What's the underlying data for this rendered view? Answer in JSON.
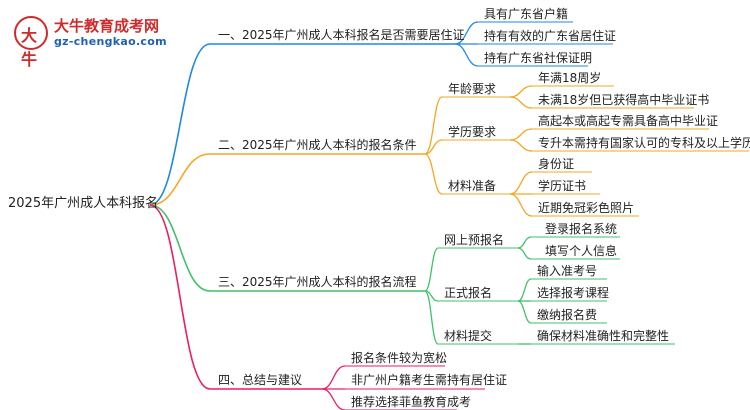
{
  "logo": {
    "mark": "大牛",
    "title": "大牛教育成考网",
    "url": "gz-chengkao.com"
  },
  "root": "2025年广州成人本科报名",
  "branches": [
    {
      "label": "一、2025年广州成人本科报名是否需要居住证",
      "color": "#1e88e5",
      "leaves": [
        "具有广东省户籍",
        "持有有效的广东省居住证",
        "持有广东省社保证明"
      ]
    },
    {
      "label": "二、2025年广州成人本科的报名条件",
      "color": "#f5a623",
      "groups": [
        {
          "label": "年龄要求",
          "leaves": [
            "年满18周岁",
            "未满18岁但已获得高中毕业证书"
          ]
        },
        {
          "label": "学历要求",
          "leaves": [
            "高起本或高起专需具备高中毕业证",
            "专升本需持有国家认可的专科及以上学历证书"
          ]
        },
        {
          "label": "材料准备",
          "leaves": [
            "身份证",
            "学历证书",
            "近期免冠彩色照片"
          ]
        }
      ]
    },
    {
      "label": "三、2025年广州成人本科的报名流程",
      "color": "#43c06a",
      "groups": [
        {
          "label": "网上预报名",
          "leaves": [
            "登录报名系统",
            "填写个人信息"
          ]
        },
        {
          "label": "正式报名",
          "leaves": [
            "输入准考号",
            "选择报考课程",
            "缴纳报名费"
          ]
        },
        {
          "label": "材料提交",
          "leaves": [
            "确保材料准确性和完整性"
          ]
        }
      ]
    },
    {
      "label": "四、总结与建议",
      "color": "#e91e63",
      "leaves": [
        "报名条件较为宽松",
        "非广州户籍考生需持有居住证",
        "推荐选择菲鱼教育成考"
      ]
    }
  ]
}
